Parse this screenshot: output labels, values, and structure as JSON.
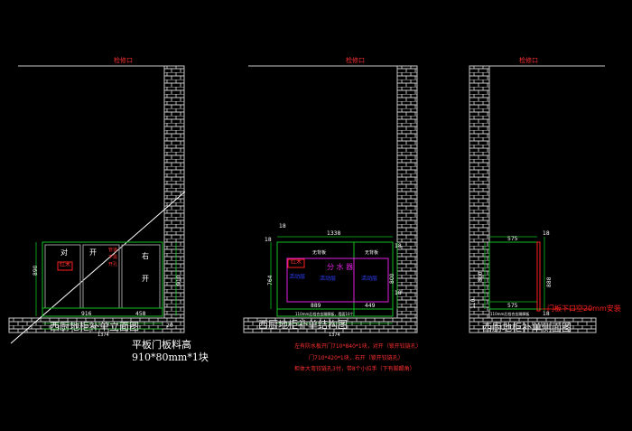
{
  "colors": {
    "background": "#000000",
    "wall": "#c8c8c8",
    "cabinet": "#10c020",
    "dimension": "#10c020",
    "text": "#ffffff",
    "red": "#ff2020",
    "magenta": "#e020e0",
    "blue": "#3040ff"
  },
  "views": {
    "front": {
      "opening_label": "检修口",
      "title": "西厨地柜补单立面图",
      "door_labels": [
        "对",
        "开",
        "右",
        "开"
      ],
      "red_box": "红木",
      "red_note": [
        "管道",
        "不需",
        "开孔"
      ],
      "dims": {
        "left_height": "890",
        "right_height": "910",
        "bottom_gap": "20",
        "width_a": "916",
        "width_b": "458",
        "total": "1374"
      },
      "note": [
        "平板门板料高",
        "910*80mm*1块"
      ]
    },
    "structure": {
      "opening_label": "检修口",
      "title": "西厨地柜补单结构图",
      "shelf_labels": [
        "无背板",
        "无背板"
      ],
      "center_label": "分 水 器",
      "red_box": "红木",
      "blue_labels": [
        "活动层",
        "活动层",
        "活动层"
      ],
      "dims": {
        "top_width": "1338",
        "left_height": "764",
        "right_height": "800",
        "top_a": "18",
        "top_b": "18",
        "bottom_a": "18",
        "bottom_b": "18",
        "inner_width": "889",
        "inner_b": "449",
        "total": "1374"
      },
      "bottom_note": "110mm后档合金踢脚板，墙面10个",
      "red_notes": [
        "左有防水板开门710*840*1块，对开（锁开铰链孔）",
        "门710*420*1块，右开（锁开铰链孔）",
        "柜体大弯铰链孔3付，带8个小拉手（下有脚踢角）"
      ]
    },
    "side": {
      "opening_label": "检修口",
      "title": "西厨地柜补单侧面图",
      "dims": {
        "top_width": "575",
        "left_height": "800",
        "right_height": "888",
        "bottom_width": "575",
        "kick": "110",
        "top_small": "18",
        "bottom_small": "18"
      },
      "red_note": "门板下口空20mm安装",
      "small_note": "110mm后档合金踢脚板"
    }
  }
}
